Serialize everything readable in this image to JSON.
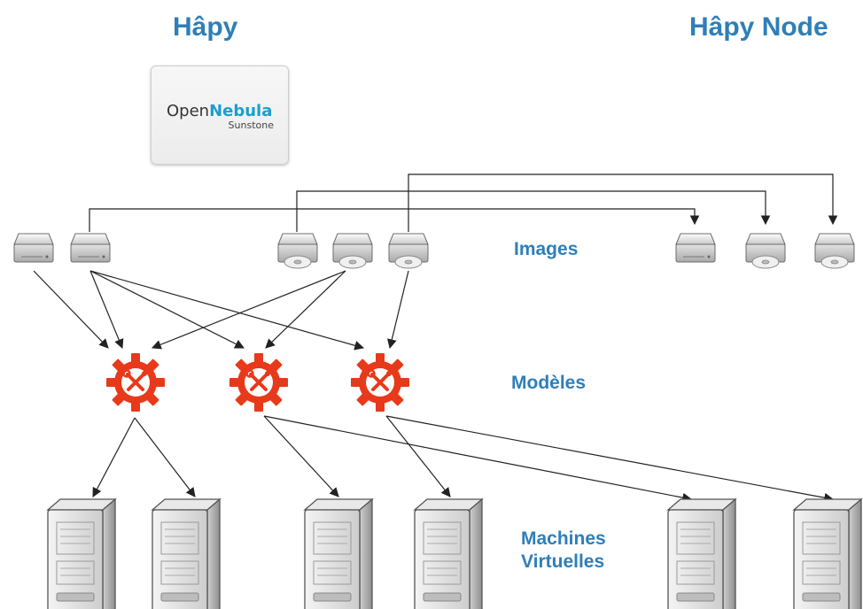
{
  "titles": {
    "left": "Hâpy",
    "right": "Hâpy Node"
  },
  "logo": {
    "word_plain": "Open",
    "word_bold": "Nebula",
    "sub": "Sunstone"
  },
  "sections": {
    "images": "Images",
    "templates": "Modèles",
    "vms_line1": "Machines",
    "vms_line2": "Virtuelles"
  },
  "icons": {
    "disk": "hard-drive-icon",
    "cdrom": "cdrom-drive-icon",
    "template": "gear-tools-icon",
    "server": "server-tower-icon"
  },
  "colors": {
    "accent": "#2e7fb8",
    "gear": "#e8391b",
    "arrow": "#222222"
  }
}
